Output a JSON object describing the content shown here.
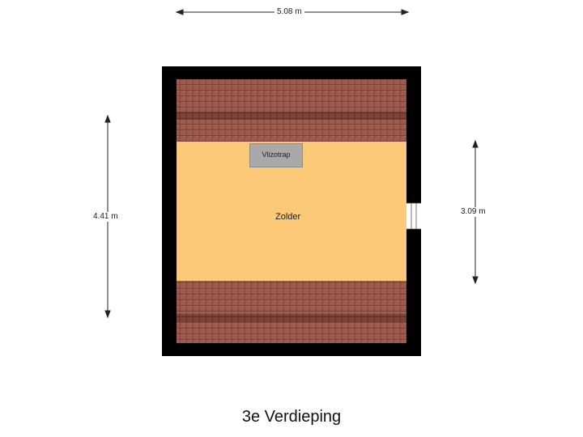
{
  "dimensions": {
    "top_width": "5.08 m",
    "left_depth": "4.41 m",
    "right_depth": "3.09 m"
  },
  "rooms": {
    "attic": "Zolder",
    "hatch": "Vlizotrap"
  },
  "floor_title": "3e Verdieping",
  "colors": {
    "wall": "#000000",
    "attic_floor": "#fbc978",
    "roof_tile": "#9e5a4d",
    "hatch": "#a9a9a9"
  }
}
